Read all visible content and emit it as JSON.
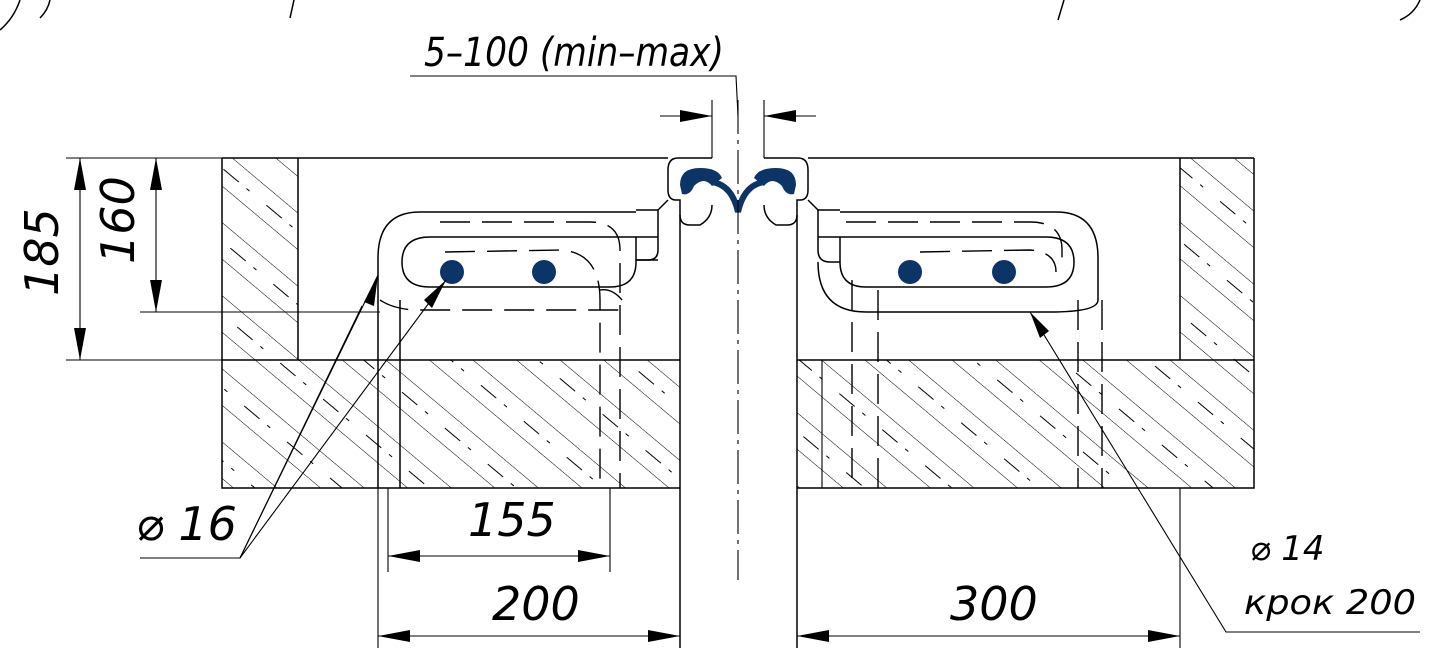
{
  "labels": {
    "gap": "5–100 (min–max)",
    "height_total": "185",
    "height_inner": "160",
    "dia_main": "⌀ 16",
    "len_inner": "155",
    "len_left": "200",
    "len_right": "300",
    "dia_anchor": "⌀ 14",
    "pitch": "крок 200"
  },
  "colors": {
    "line": "#000000",
    "seal": "#0d3466",
    "rebar": "#0d3466"
  }
}
